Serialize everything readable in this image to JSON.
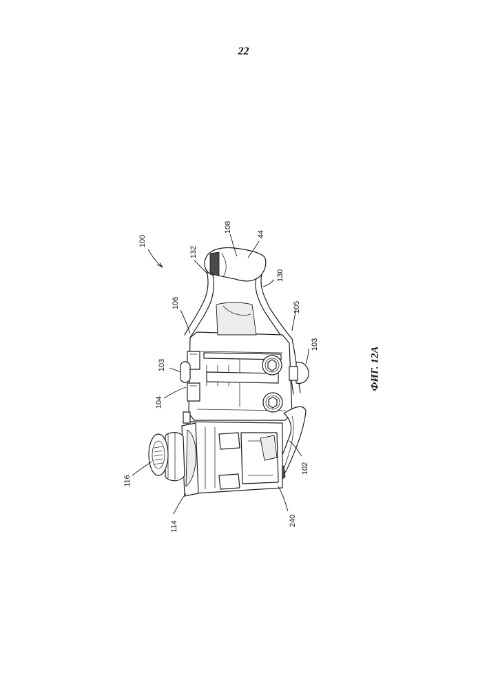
{
  "page": {
    "number": "22"
  },
  "figure": {
    "caption": "ФИГ. 12A"
  },
  "reference_labels": {
    "r100": "100",
    "r132": "132",
    "r108": "108",
    "r44": "44",
    "r106": "106",
    "r130": "130",
    "r105": "105",
    "r103a": "103",
    "r103b": "103",
    "r104": "104",
    "r116": "116",
    "r114": "114",
    "r240": "240",
    "r102": "102"
  }
}
